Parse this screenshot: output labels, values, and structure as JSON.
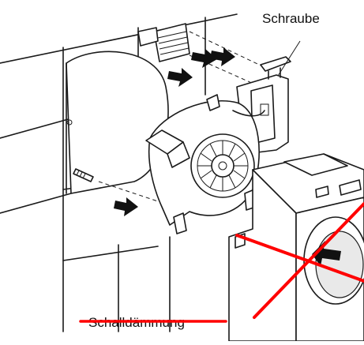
{
  "labels": {
    "screw": "Schraube",
    "insulation": "Schalldämmung"
  },
  "colors": {
    "line": "#1a1a1a",
    "cross": "#ff0000",
    "background": "#ffffff"
  },
  "icons": [
    "arrow-icon",
    "cross-out-icon",
    "strikethrough-line"
  ]
}
